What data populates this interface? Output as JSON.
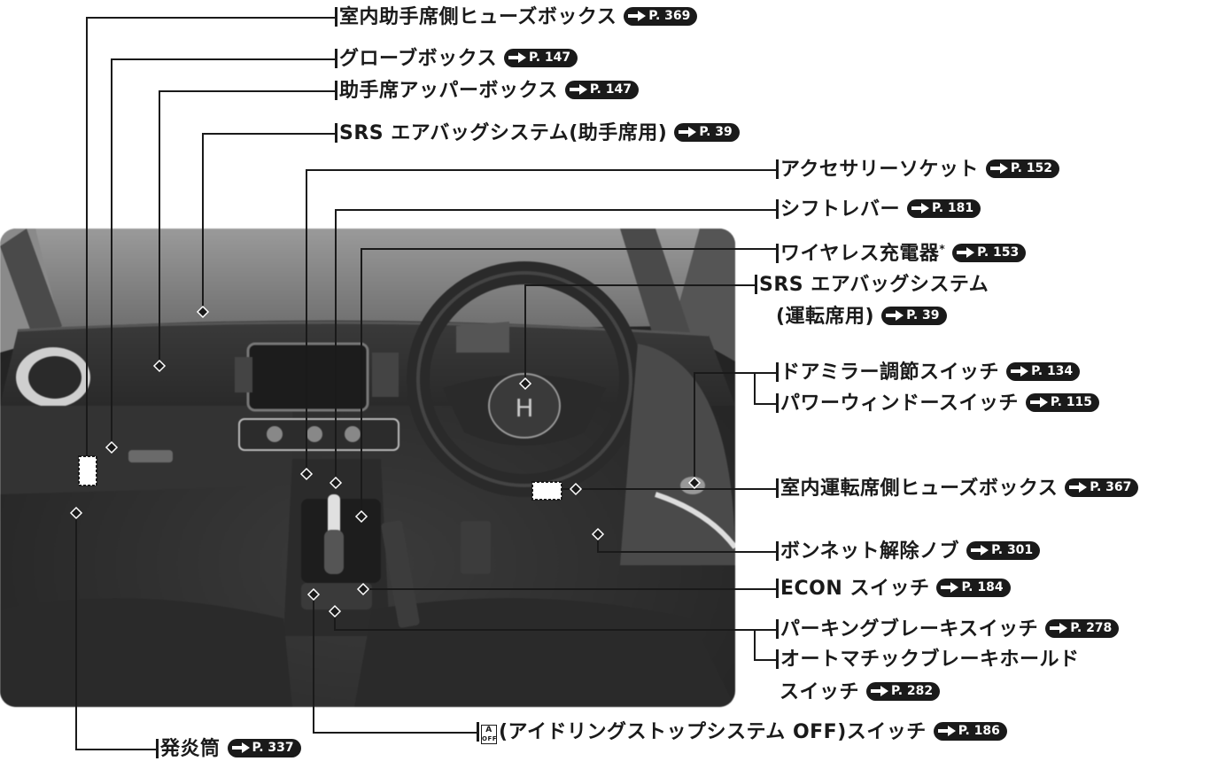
{
  "labels": {
    "fuse_passenger": {
      "text": "室内助手席側ヒューズボックス",
      "ref": "P. 369"
    },
    "glovebox": {
      "text": "グローブボックス",
      "ref": "P. 147"
    },
    "upper_box": {
      "text": "助手席アッパーボックス",
      "ref": "P. 147"
    },
    "airbag_passenger": {
      "text": "SRS エアバッグシステム(助手席用)",
      "ref": "P. 39"
    },
    "accessory_socket": {
      "text": "アクセサリーソケット",
      "ref": "P. 152"
    },
    "shift_lever": {
      "text": "シフトレバー",
      "ref": "P. 181"
    },
    "wireless_charger": {
      "text": "ワイヤレス充電器",
      "sup": "*",
      "ref": "P. 153"
    },
    "airbag_driver": {
      "text1": "SRS エアバッグシステム",
      "text2": "(運転席用)",
      "ref": "P. 39"
    },
    "mirror_switch": {
      "text": "ドアミラー調節スイッチ",
      "ref": "P. 134"
    },
    "power_window": {
      "text": "パワーウィンドースイッチ",
      "ref": "P. 115"
    },
    "fuse_driver": {
      "text": "室内運転席側ヒューズボックス",
      "ref": "P. 367"
    },
    "hood_release": {
      "text": "ボンネット解除ノブ",
      "ref": "P. 301"
    },
    "econ": {
      "text": "ECON スイッチ",
      "ref": "P. 184"
    },
    "parking_brake": {
      "text": "パーキングブレーキスイッチ",
      "ref": "P. 278"
    },
    "auto_brake_hold": {
      "text1": "オートマチックブレーキホールド",
      "text2": "スイッチ",
      "ref": "P. 282"
    },
    "idle_stop": {
      "icon_top": "A",
      "icon_bottom": "OFF",
      "text": "(アイドリングストップシステム OFF)スイッチ",
      "ref": "P. 186"
    },
    "flare": {
      "text": "発炎筒",
      "ref": "P. 337"
    }
  },
  "colors": {
    "ink": "#1a1a1a",
    "ref_bg": "#1a1a1a",
    "ref_text": "#ffffff"
  }
}
